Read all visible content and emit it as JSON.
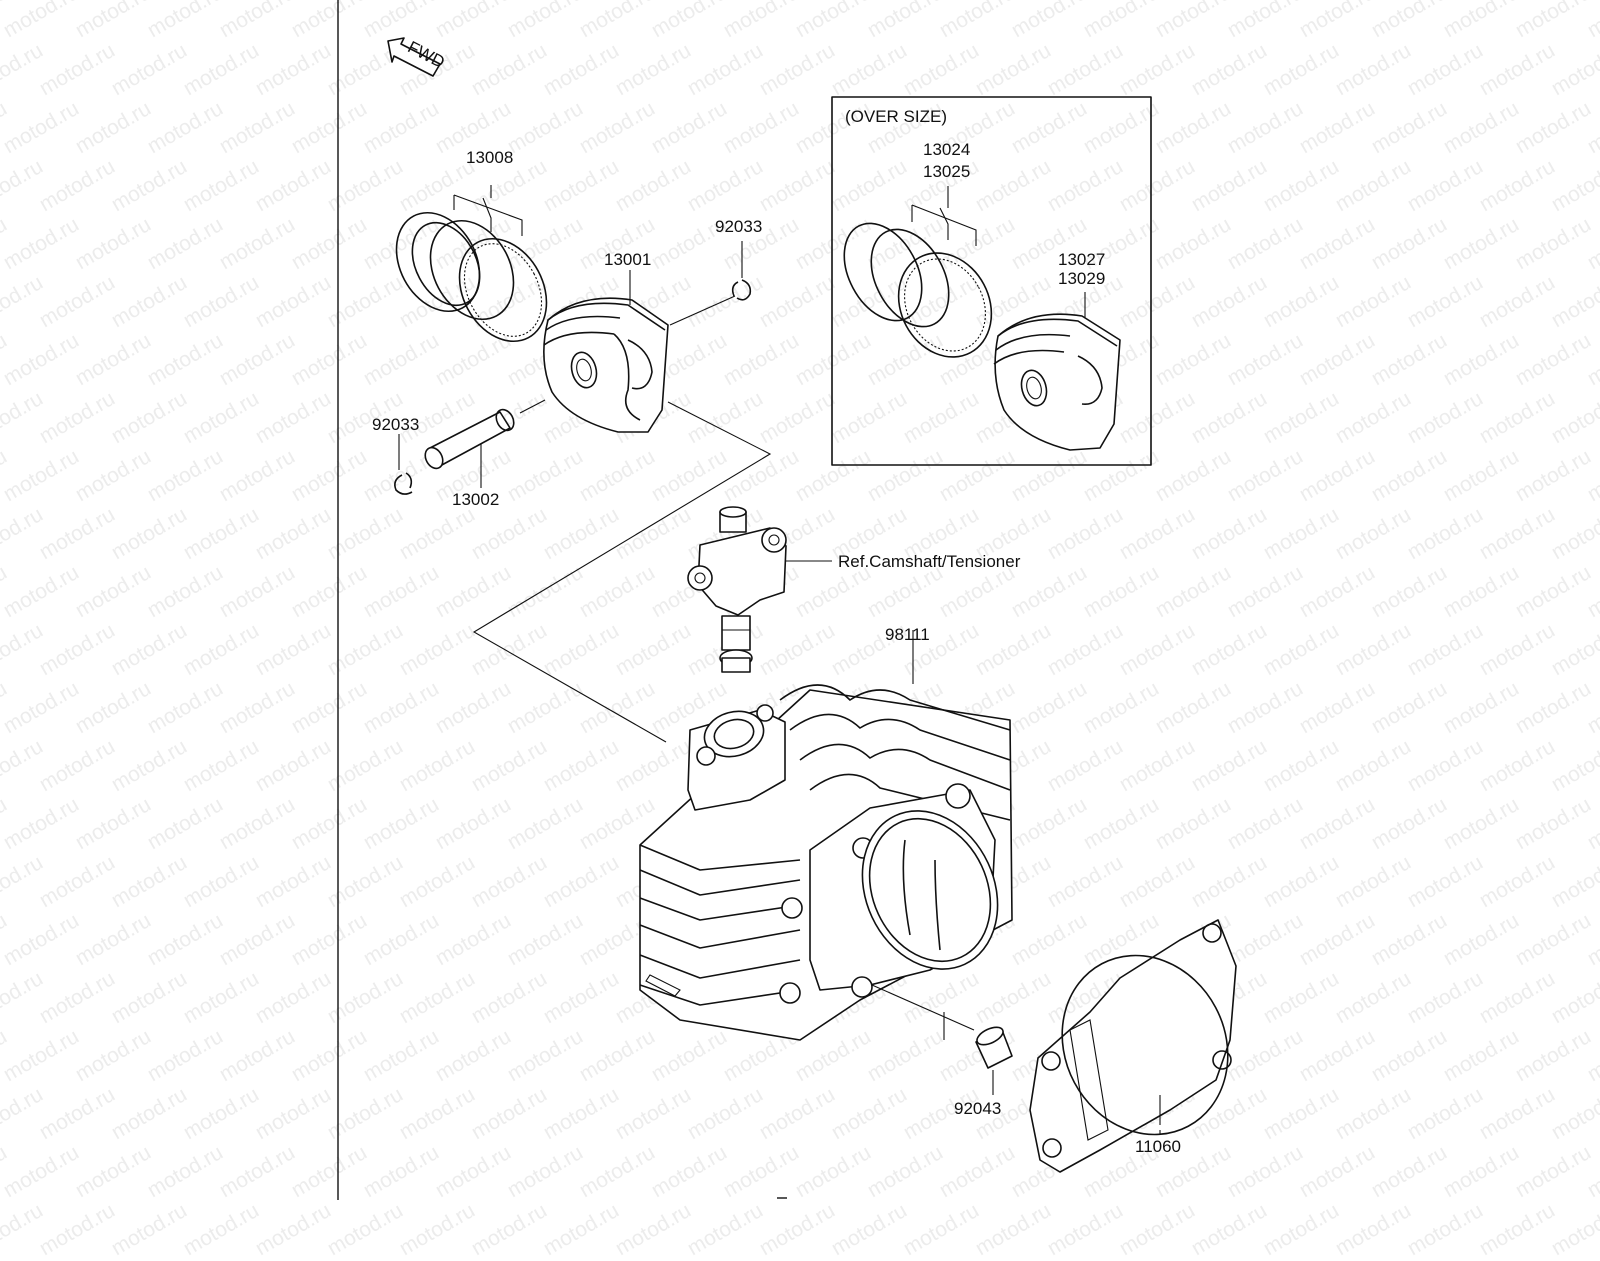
{
  "watermark": "motod.ru",
  "fwd_label": "FWD",
  "oversize_label": "(OVER SIZE)",
  "callouts": {
    "rings": "13008",
    "piston": "13001",
    "clip_right": "92033",
    "clip_left": "92033",
    "pin": "13002",
    "os_rings_a": "13024",
    "os_rings_b": "13025",
    "os_piston_a": "13027",
    "os_piston_b": "13029",
    "tensioner_ref": "Ref.Camshaft/Tensioner",
    "cylinder": "98111",
    "dowel": "92043",
    "gasket": "11060"
  },
  "colors": {
    "line": "#111111",
    "watermark": "#ececec",
    "background": "#ffffff"
  }
}
